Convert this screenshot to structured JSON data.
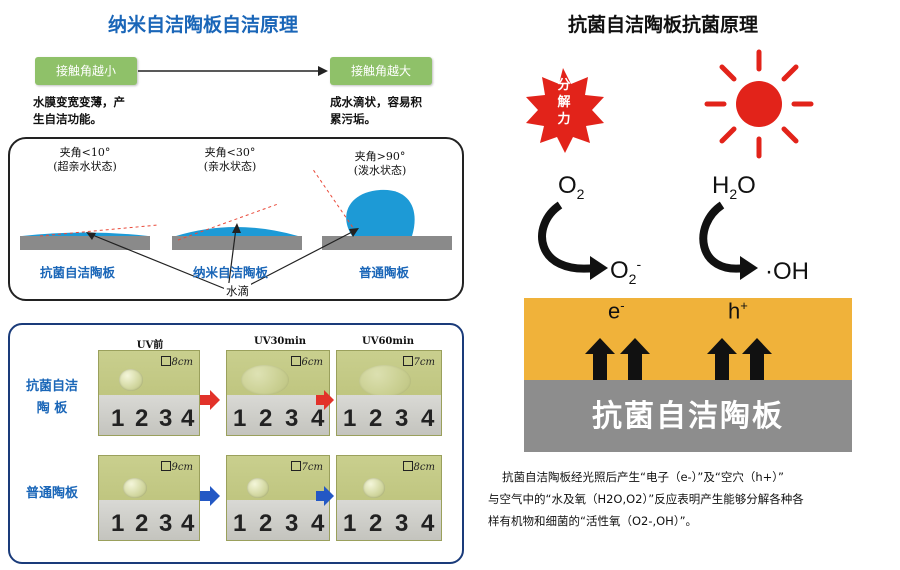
{
  "left": {
    "title": "纳米自洁陶板自洁原理",
    "box_left": "接触角越小",
    "box_right": "接触角越大",
    "desc_left": [
      "水膜变宽变薄，产",
      "生自洁功能。"
    ],
    "desc_right": [
      "成水滴状，容易积",
      "累污垢。"
    ],
    "angles": [
      {
        "line1": "夹角<10°",
        "line2": "(超亲水状态)"
      },
      {
        "line1": "夹角<30°",
        "line2": "(亲水状态)"
      },
      {
        "line1": "夹角>90°",
        "line2": "(泼水状态)"
      }
    ],
    "panel_labels": [
      "抗菌自洁陶板",
      "纳米自洁陶板",
      "普通陶板"
    ],
    "water_label": "水滴",
    "uv_headers": [
      "UV前",
      "UV30min",
      "UV60min"
    ],
    "row_labels": [
      [
        "抗菌自洁",
        "陶  板"
      ],
      [
        "普通陶板"
      ]
    ],
    "photo_cm": [
      [
        "8cm",
        "6cm",
        "7cm"
      ],
      [
        "9cm",
        "7cm",
        "8cm"
      ]
    ],
    "ruler_digits": [
      "1",
      "2",
      "3",
      "4"
    ]
  },
  "right": {
    "title": "抗菌自洁陶板抗菌原理",
    "burst_text": [
      "分",
      "解",
      "力"
    ],
    "o2": "O2",
    "h2o": "H2O",
    "o2minus": "O2-",
    "oh": "·OH",
    "electron": "e-",
    "hole": "h+",
    "plate_label": "抗菌自洁陶板",
    "paragraph": [
      "抗菌自洁陶板经光照后产生“电子（e-）”及“空穴（h+）”",
      "与空气中的“水及氧（H2O,O2）”反应表明产生能够分解各种各",
      "样有机物和细菌的“活性氧（O2-,OH）”。"
    ]
  },
  "colors": {
    "blue": "#1a66b8",
    "green_box": "#8fc169",
    "droplet": "#1d9ad6",
    "orange_band": "#f0b23a",
    "gray_band": "#8d8d8d",
    "sun_red": "#e2231a",
    "arrow_red": "#e2322a",
    "arrow_blue": "#2358c4"
  }
}
